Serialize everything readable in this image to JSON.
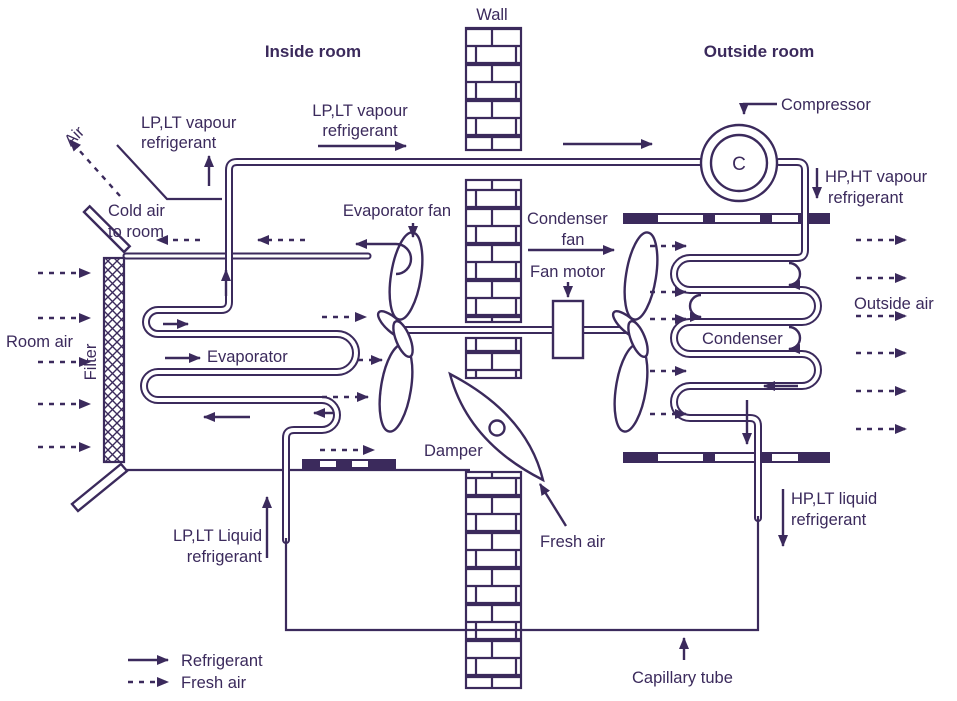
{
  "colors": {
    "ink": "#3b2a5c",
    "background": "#ffffff"
  },
  "headers": {
    "inside_room": "Inside room",
    "outside_room": "Outside room",
    "wall": "Wall"
  },
  "labels": {
    "air": "Air",
    "lp_lt_vapour_left_1": "LP,LT vapour",
    "lp_lt_vapour_left_2": "refrigerant",
    "lp_lt_vapour_top_1": "LP,LT vapour",
    "lp_lt_vapour_top_2": "refrigerant",
    "cold_air_1": "Cold air",
    "cold_air_2": "to room",
    "room_air": "Room air",
    "filter": "Filter",
    "evaporator": "Evaporator",
    "evaporator_fan": "Evaporator fan",
    "damper": "Damper",
    "fresh_air": "Fresh air",
    "lp_lt_liquid_1": "LP,LT Liquid",
    "lp_lt_liquid_2": "refrigerant",
    "compressor": "Compressor",
    "compressor_symbol": "C",
    "hp_ht_vapour_1": "HP,HT vapour",
    "hp_ht_vapour_2": "refrigerant",
    "condenser": "Condenser",
    "condenser_fan_1": "Condenser",
    "condenser_fan_2": "fan",
    "fan_motor": "Fan motor",
    "outside_air": "Outside air",
    "hp_lt_liquid_1": "HP,LT liquid",
    "hp_lt_liquid_2": "refrigerant",
    "capillary_tube": "Capillary tube"
  },
  "legend": {
    "refrigerant": "Refrigerant",
    "fresh_air": "Fresh air"
  }
}
